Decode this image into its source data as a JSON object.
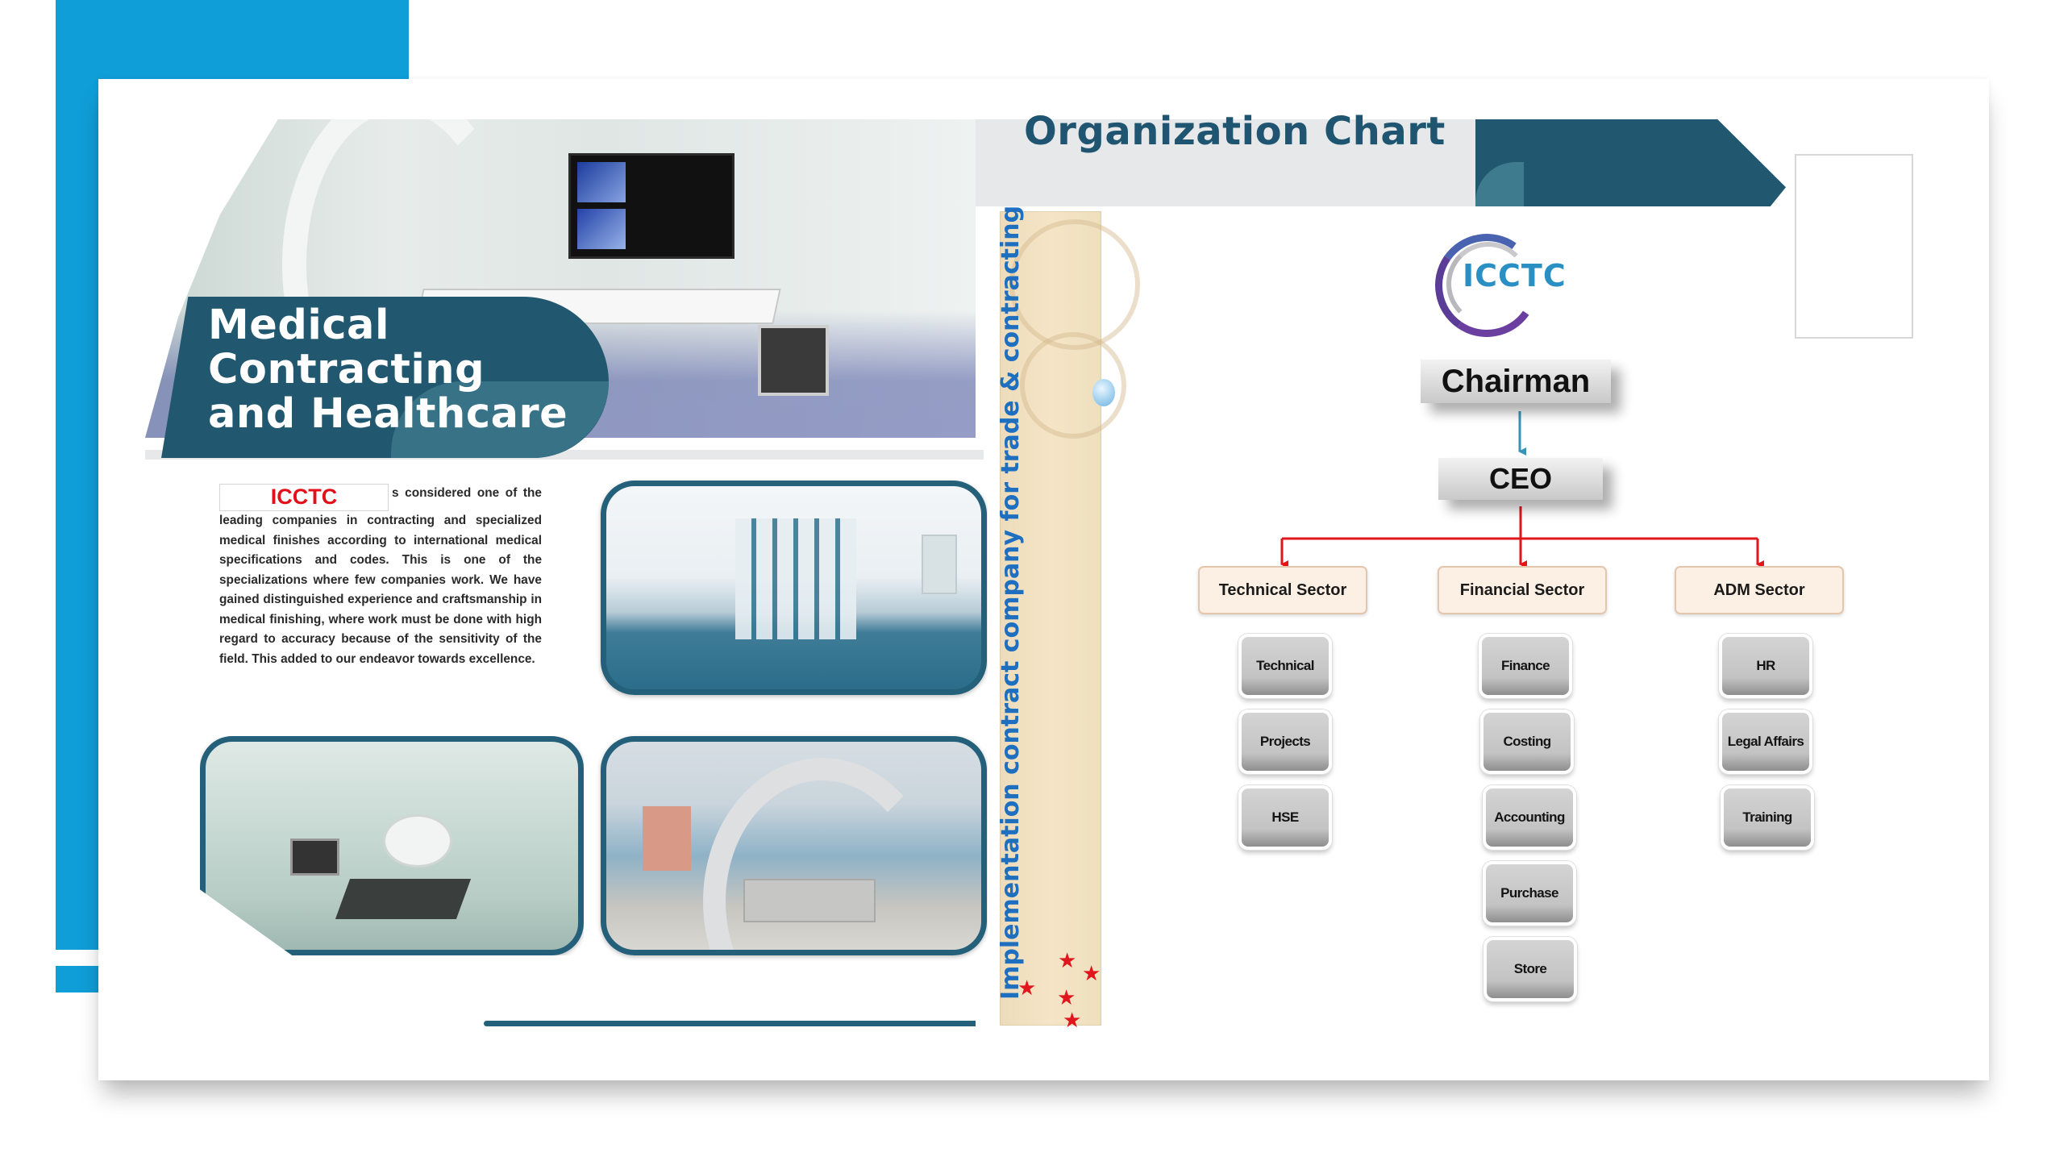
{
  "decor": {
    "accent_blue": "#109ed8",
    "teal": "#21586f",
    "connector_red": "#e3161c",
    "connector_blue": "#3a93b5"
  },
  "brochure": {
    "hero_title_lines": [
      "Medical",
      "Contracting",
      "and Healthcare"
    ],
    "brand": "ICCTC",
    "about_text": "s considered one of the leading companies in contracting and specialized medical finishes according to international medical specifications and codes. This is one of the specializations where few companies work. We have gained distinguished experience and craftsmanship in medical finishing, where work must be done with high regard to accuracy because of the sensitivity of the field. This added to our endeavor towards excellence.",
    "photos": [
      {
        "name": "operating-room-hero",
        "depicts": "Cath lab with monitors and patient table"
      },
      {
        "name": "hospital-corridor",
        "depicts": "Hospital corridor with blue vinyl flooring"
      },
      {
        "name": "operating-theatre",
        "depicts": "Operating theatre with surgical lights"
      },
      {
        "name": "c-arm-room",
        "depicts": "Angiography room with C-arm"
      }
    ]
  },
  "tagline": "Implementation contract company for trade & contracting",
  "org_chart": {
    "title": "Organization Chart",
    "logo_text": "ICCTC",
    "chairman": "Chairman",
    "ceo": "CEO",
    "sectors": [
      {
        "label": "Technical  Sector",
        "departments": [
          "Technical",
          "Projects",
          "HSE"
        ]
      },
      {
        "label": "Financial Sector",
        "departments": [
          "Finance",
          "Costing",
          "Accounting",
          "Purchase",
          "Store"
        ]
      },
      {
        "label": "ADM Sector",
        "departments": [
          "HR",
          "Legal Affairs",
          "Training"
        ]
      }
    ]
  }
}
